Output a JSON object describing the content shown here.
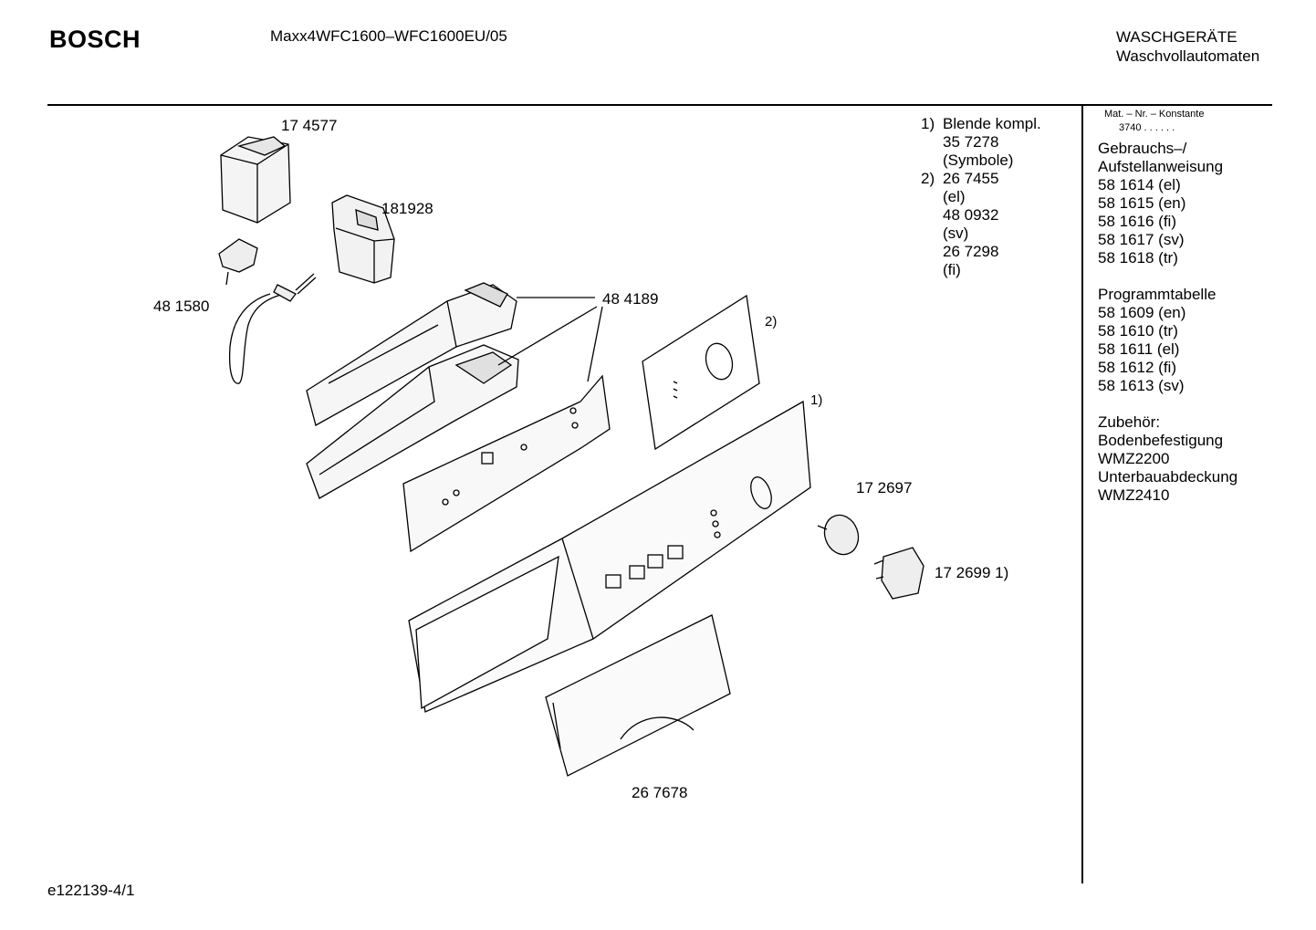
{
  "header": {
    "brand": "BOSCH",
    "model": "Maxx4WFC1600–WFC1600EU/05",
    "category_line1": "WASCHGERÄTE",
    "category_line2": "Waschvollautomaten"
  },
  "parts": {
    "p174577": "17 4577",
    "p181928": "181928",
    "p481580": "48 1580",
    "p484189": "48 4189",
    "note2": "2)",
    "note1": "1)",
    "p172697": "17 2697",
    "p172699": "17 2699 1)",
    "p267678": "26 7678"
  },
  "notes": {
    "n1_num": "1)",
    "n1_text": "Blende kompl.",
    "n1_l2": "35 7278",
    "n1_l3": "(Symbole)",
    "n2_num": "2)",
    "n2_text": "26 7455",
    "n2_l2": "(el)",
    "n2_l3": "48 0932",
    "n2_l4": "(sv)",
    "n2_l5": "26 7298",
    "n2_l6": "(fi)"
  },
  "sidebar": {
    "mat_header": "Mat. – Nr. – Konstante",
    "mat_value": "3740 . . . . . .",
    "lines": [
      "Gebrauchs–/",
      "Aufstellanweisung",
      "58 1614 (el)",
      "58 1615 (en)",
      "58 1616 (fi)",
      "58 1617 (sv)",
      "58 1618 (tr)",
      "",
      "Programmtabelle",
      "58 1609 (en)",
      "58 1610 (tr)",
      "58 1611 (el)",
      "58 1612 (fi)",
      "58 1613 (sv)",
      "",
      "Zubehör:",
      "Bodenbefestigung",
      "WMZ2200",
      "Unterbauabdeckung",
      "WMZ2410"
    ]
  },
  "footer": {
    "code": "e122139-4/1"
  }
}
